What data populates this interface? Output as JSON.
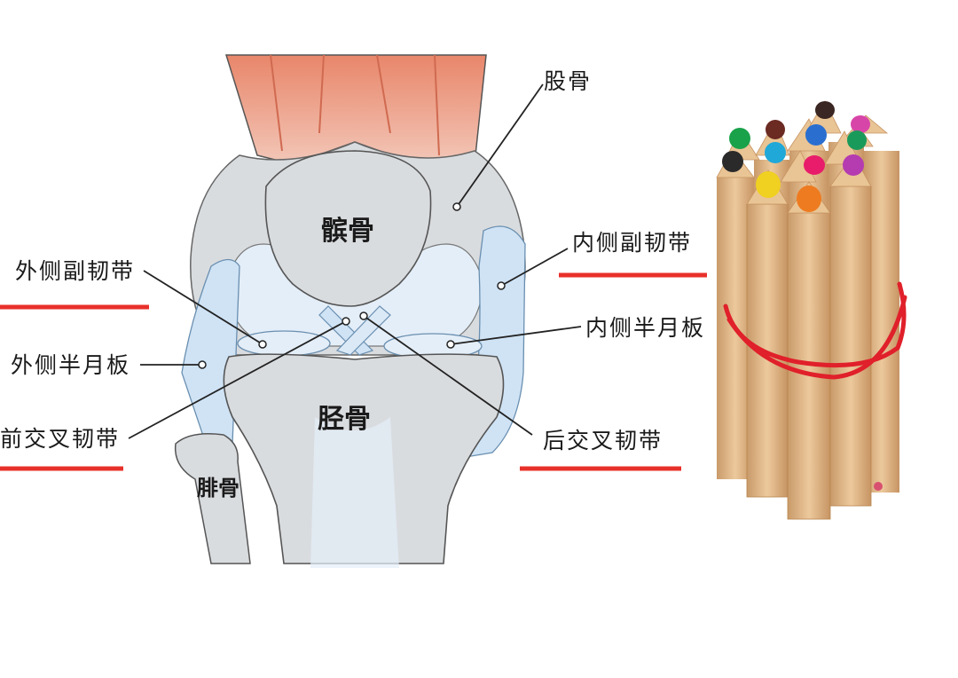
{
  "colors": {
    "underline": "#e8302a",
    "bone": "#d9dcdf",
    "cartilage": "#e4eef8",
    "ligament": "#cfe3f5",
    "muscle": "#e8866a",
    "rubber_band": "#e0202a"
  },
  "bone_labels": {
    "patella": "髌骨",
    "tibia": "胫骨",
    "fibula": "腓骨"
  },
  "callouts": {
    "femur": "股骨",
    "medial_collateral": "内侧副韧带",
    "medial_meniscus": "内侧半月板",
    "posterior_cruciate": "后交叉韧带",
    "lateral_collateral": "外侧副韧带",
    "lateral_meniscus": "外侧半月板",
    "anterior_cruciate": "前交叉韧带"
  },
  "pencil_bundle": {
    "tip_colors": [
      "#2a2a2a",
      "#1aa24a",
      "#6b2a22",
      "#2a6fd0",
      "#3a2622",
      "#d845a8",
      "#1a9a5a",
      "#20a8d8",
      "#e81c6a",
      "#b43bb0",
      "#f0d020",
      "#ee7b20"
    ]
  }
}
